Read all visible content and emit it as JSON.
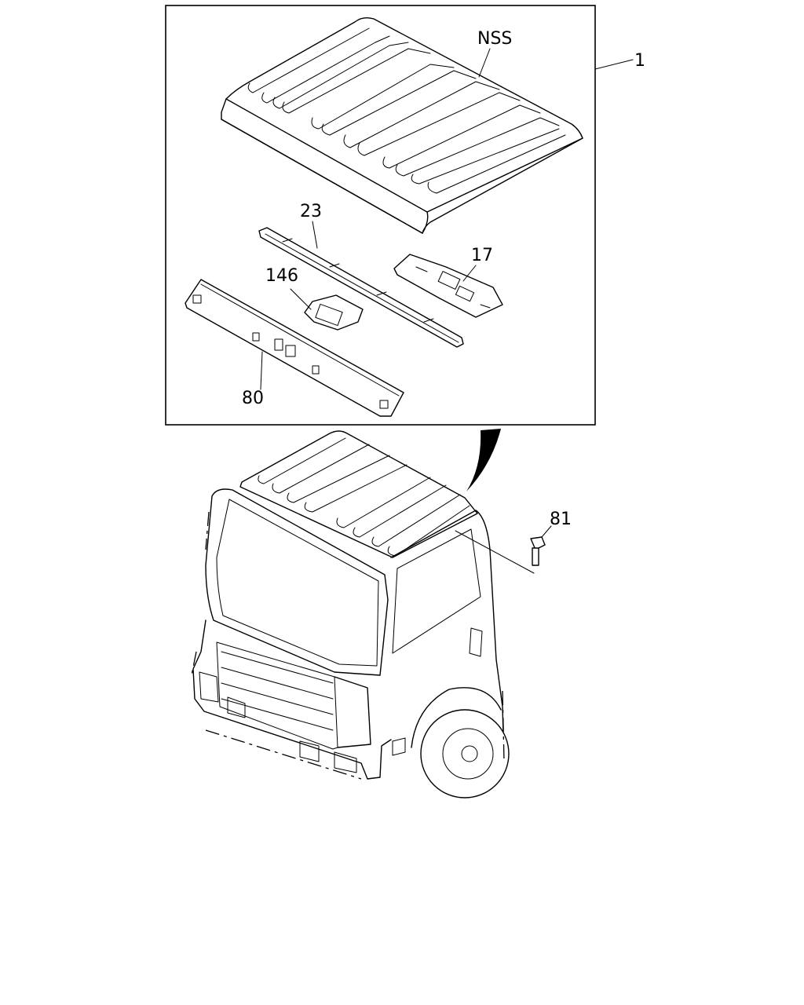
{
  "callouts": {
    "assembly": "1",
    "roof_panel": "NSS",
    "rail_center": "23",
    "bracket_right": "17",
    "bracket_center": "146",
    "rail_front": "80",
    "bolt": "81"
  }
}
